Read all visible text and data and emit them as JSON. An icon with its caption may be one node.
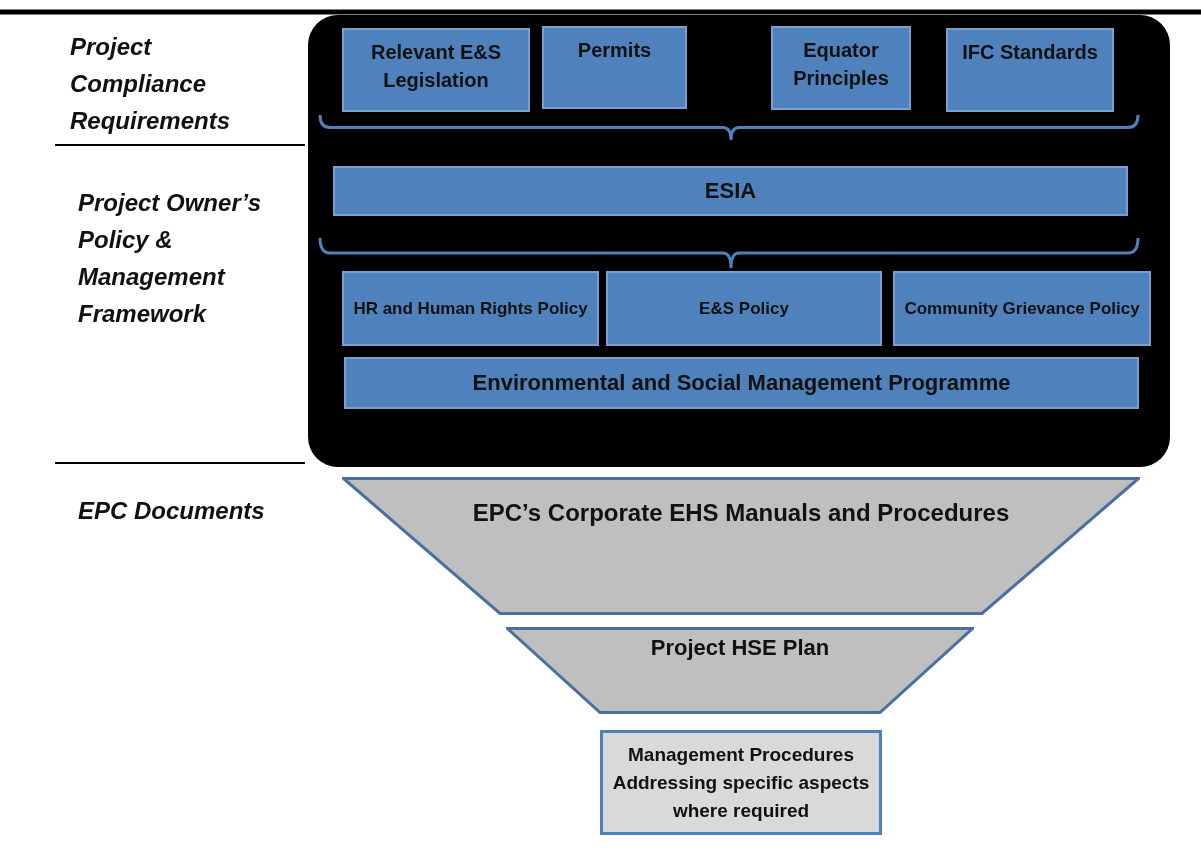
{
  "diagram": {
    "nodes": [
      {
        "text": [],
        "shape": "box"
      },
      {
        "text": [
          "Relevant E&S Legislation"
        ],
        "in": 0
      },
      {
        "text": [
          "Permits"
        ],
        "in": 0
      },
      {
        "text": [
          "Equator Principles"
        ],
        "in": 0
      },
      {
        "text": [
          "IFC Standards"
        ],
        "in": 0
      },
      {
        "text": [
          "ESIA"
        ],
        "in": 0
      },
      {
        "text": [
          "HR and Human Rights Policy"
        ],
        "in": 0
      },
      {
        "text": [
          "E&S Policy"
        ],
        "in": 0
      },
      {
        "text": [
          "Community Grievance Policy"
        ],
        "in": 0
      },
      {
        "text": [
          "Environmental and Social Management Programme"
        ],
        "in": 0
      },
      {
        "text": [
          "EPC’s Corporate EHS Manuals and Procedures"
        ]
      },
      {
        "text": [
          "Project HSE Plan"
        ]
      },
      {
        "text": [
          "Management Procedures Addressing specific aspects where required"
        ]
      }
    ],
    "labels": [
      "Project Compliance Requirements",
      "Project Owner’s Policy & Management Framework",
      "EPC Documents"
    ]
  }
}
